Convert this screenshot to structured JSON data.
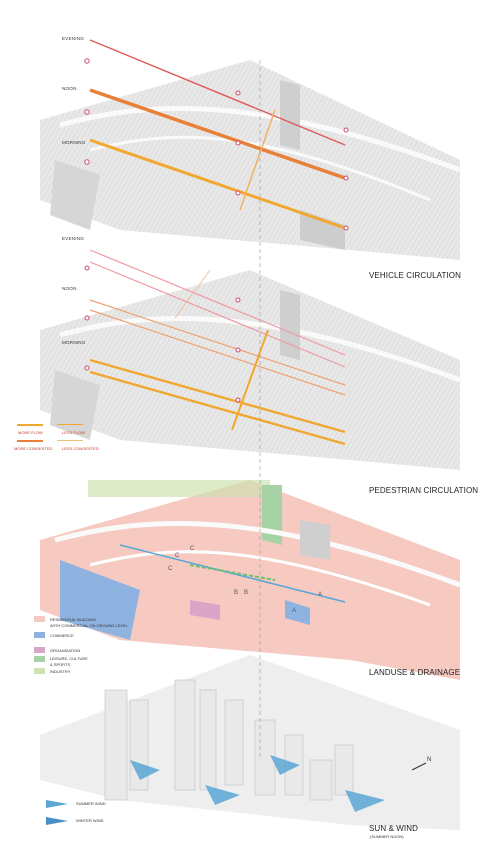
{
  "layers": {
    "vehicle": {
      "title": "VEHICLE CIRCULATION",
      "times": [
        "EVENING",
        "NOON",
        "MORNING"
      ]
    },
    "pedestrian": {
      "title": "PEDESTRIAN CIRCULATION",
      "times": [
        "EVENING",
        "NOON",
        "MORNING"
      ],
      "legend": {
        "more_flow": "MORE FLOW",
        "less_flow": "LESS FLOW",
        "more_congested": "MORE CONGESTED",
        "less_congested": "LESS CONGESTED"
      }
    },
    "landuse": {
      "title": "LANDUSE & DRAINAGE",
      "legend": [
        {
          "label": "RESIDENTIAL BUILDING",
          "color": "#f6c9c1"
        },
        {
          "label": "WITH COMMERCIAL ON GROUND LEVEL",
          "color": "#f6c9c1"
        },
        {
          "label": "COMMERCE",
          "color": "#8fb3e0"
        },
        {
          "label": "ORGANIZATION",
          "color": "#d9a5c8"
        },
        {
          "label": "LEISURE, CULTURE",
          "color": "#a6d3a6"
        },
        {
          "label": "& SPORTS",
          "color": "#a6d3a6"
        },
        {
          "label": "INDUSTRY",
          "color": "#cfe3b0"
        }
      ],
      "tags": [
        "C",
        "C",
        "C",
        "B",
        "B",
        "A",
        "A"
      ]
    },
    "sunwind": {
      "title": "SUN & WIND",
      "subtitle": "(SUMMER NOON)",
      "legend": {
        "summer": "SUMMER WIND",
        "winter": "WINTER WIND"
      },
      "north": "N"
    }
  },
  "colors": {
    "evening": "#e05a5a",
    "noon": "#f0892a",
    "morning": "#f0a830",
    "marker": "#e05a7a",
    "plate": "#e2e2e2",
    "road": "#cfcfcf",
    "residential": "#f6c9c1",
    "commerce": "#8fb3e0",
    "green": "#a6d3a6",
    "wind": "#5aa7d6"
  }
}
